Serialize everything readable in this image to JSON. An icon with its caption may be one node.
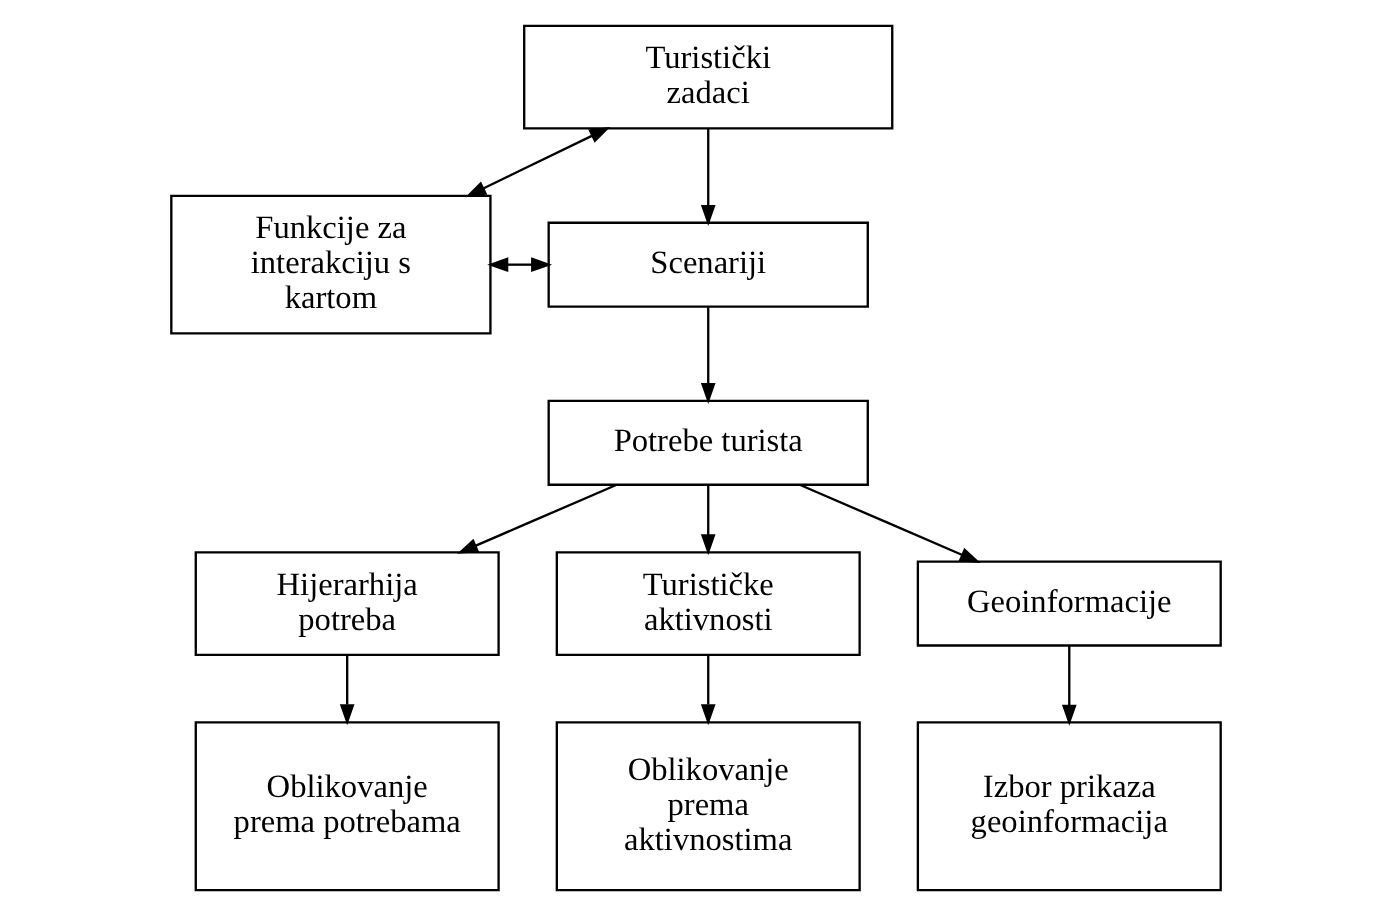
{
  "diagram": {
    "nodes": [
      {
        "text": [
          "Turistički zadaci"
        ]
      },
      {
        "text": [
          "Funkcije za interakciju s kartom"
        ]
      },
      {
        "text": [
          "Scenariji"
        ]
      },
      {
        "text": [
          "Potrebe turista"
        ]
      },
      {
        "text": [
          "Hijerarhija potreba"
        ]
      },
      {
        "text": [
          "Turističke aktivnosti"
        ]
      },
      {
        "text": [
          "Geoinformacije"
        ]
      },
      {
        "text": [
          "Oblikovanje prema potrebama"
        ]
      },
      {
        "text": [
          "Oblikovanje prema aktivnostima"
        ]
      },
      {
        "text": [
          "Izbor prikaza geoinformacija"
        ]
      }
    ],
    "edges": [
      {
        "from": 1,
        "to": 0,
        "arrow": "both"
      },
      {
        "from": 0,
        "to": 2,
        "arrow": "to"
      },
      {
        "from": 1,
        "to": 2,
        "arrow": "both"
      },
      {
        "from": 2,
        "to": 3,
        "arrow": "to"
      },
      {
        "from": 3,
        "to": 4,
        "arrow": "to"
      },
      {
        "from": 3,
        "to": 5,
        "arrow": "to"
      },
      {
        "from": 3,
        "to": 6,
        "arrow": "to"
      },
      {
        "from": 4,
        "to": 7,
        "arrow": "to"
      },
      {
        "from": 5,
        "to": 8,
        "arrow": "to"
      },
      {
        "from": 6,
        "to": 9,
        "arrow": "to"
      }
    ]
  }
}
